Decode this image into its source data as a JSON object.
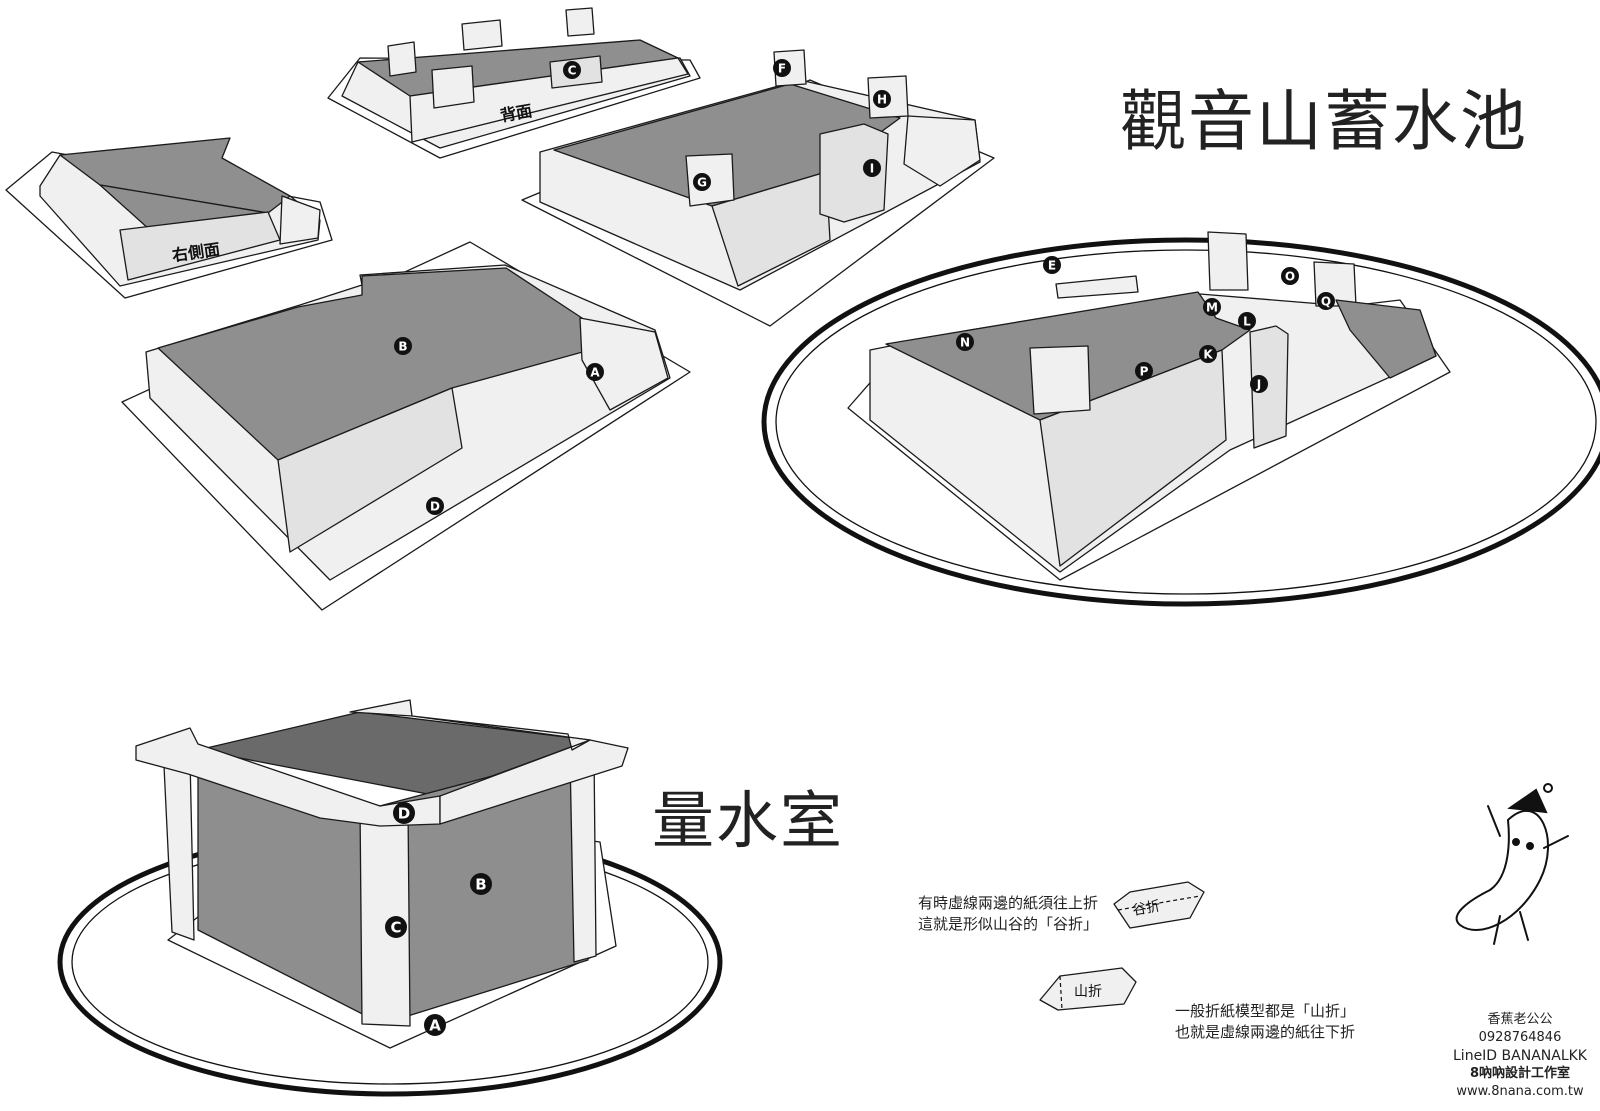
{
  "titles": {
    "main": "觀音山蓄水池",
    "sub": "量水室"
  },
  "face_labels": {
    "back": "背面",
    "right_side": "右側面"
  },
  "reservoir_markers": [
    "A",
    "B",
    "C",
    "D",
    "E",
    "F",
    "G",
    "H",
    "I",
    "J",
    "K",
    "L",
    "M",
    "N",
    "O",
    "P",
    "Q"
  ],
  "chamber_markers": [
    "A",
    "B",
    "C",
    "D"
  ],
  "fold_legend": {
    "valley_line1": "有時虛線兩邊的紙須往上折",
    "valley_line2": "這就是形似山谷的「谷折」",
    "valley_tag": "谷折",
    "mountain_line1": "一般折紙模型都是「山折」",
    "mountain_line2": "也就是虛線兩邊的紙往下折",
    "mountain_tag": "山折"
  },
  "credits": {
    "name": "香蕉老公公",
    "phone": "0928764846",
    "line_id": "LineID  BANANALKK",
    "studio": "8吶吶設計工作室",
    "website": "www.8nana.com.tw"
  },
  "colors": {
    "roof_fill": "#8f8f8f",
    "wall_fill": "#f0f0f0",
    "chamber_inner": "#6a6a6a",
    "chamber_wall": "#8e8e8e",
    "outline": "#1a1a1a",
    "marker": "#111111"
  }
}
